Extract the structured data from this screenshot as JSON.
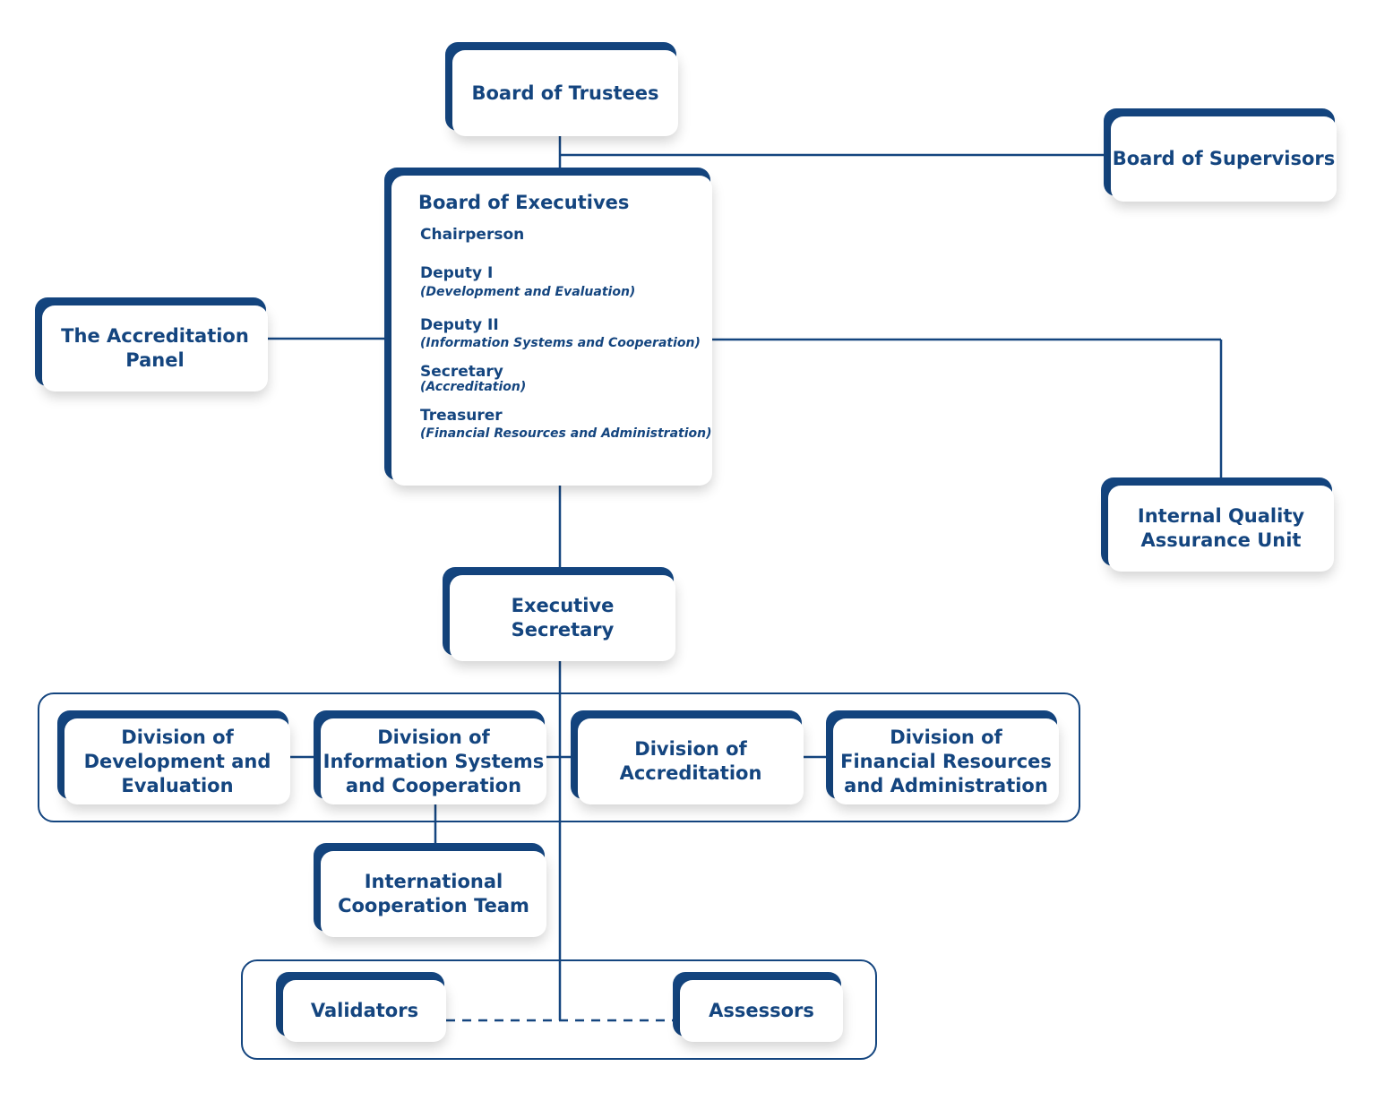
{
  "board_of_trustees": "Board of Trustees",
  "board_of_supervisors": "Board of Supervisors",
  "board_of_executives": {
    "title": "Board of Executives",
    "chairperson": "Chairperson",
    "deputy_1": "Deputy I",
    "deputy_1_area": "(Development and Evaluation)",
    "deputy_2": "Deputy II",
    "deputy_2_area": "(Information Systems and Cooperation)",
    "secretary": "Secretary",
    "secretary_area": "(Accreditation)",
    "treasurer": "Treasurer",
    "treasurer_area": "(Financial Resources and Administration)"
  },
  "accreditation_panel": "The Accreditation\nPanel",
  "internal_quality": "Internal Quality\nAssurance Unit",
  "executive_secretary": "Executive\nSecretary",
  "divisions": {
    "development": "Division of\nDevelopment and\nEvaluation",
    "information": "Division of\nInformation Systems\nand Cooperation",
    "accreditation": "Division of\nAccreditation",
    "financial": "Division of\nFinancial Resources\nand Administration"
  },
  "international_team": "International\nCooperation Team",
  "validators": "Validators",
  "assessors": "Assessors",
  "colors": {
    "primary": "#14457f",
    "background": "#ffffff"
  }
}
